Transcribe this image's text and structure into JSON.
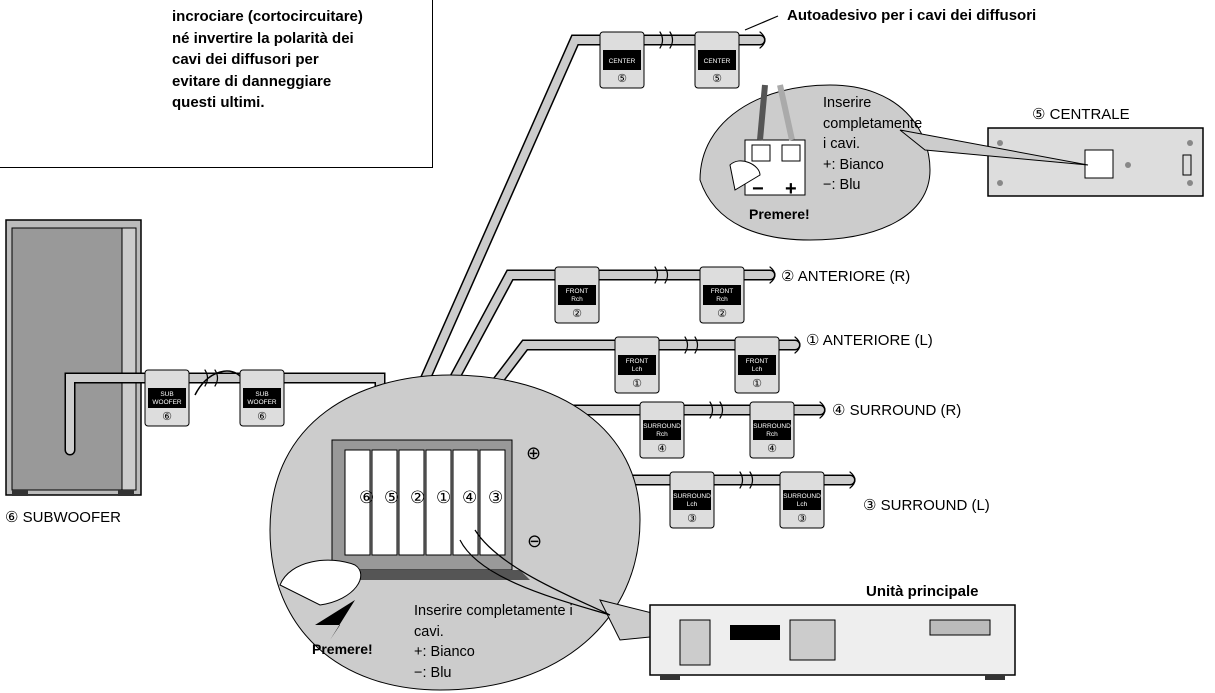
{
  "warning": {
    "lines": [
      "incrociare (cortocircuitare)",
      "né invertire la polarità dei",
      "cavi dei diffusori per",
      "evitare di danneggiare",
      "questi ultimi."
    ]
  },
  "sticker_label": "Autoadesivo per i cavi dei diffusori",
  "center_bubble": {
    "lines": [
      "Inserire",
      "completamente",
      "i cavi.",
      "+: Bianco",
      "−: Blu"
    ],
    "press": "Premere!",
    "minus": "−",
    "plus": "+"
  },
  "speakers": {
    "center": "⑤ CENTRALE",
    "front_r": "② ANTERIORE (R)",
    "front_l": "① ANTERIORE (L)",
    "surround_r": "④ SURROUND (R)",
    "surround_l": "③ SURROUND (L)",
    "subwoofer": "⑥ SUBWOOFER"
  },
  "main_unit": "Unità principale",
  "main_bubble": {
    "lines": [
      "Inserire completamente i",
      "cavi.",
      "+: Bianco",
      "−: Blu"
    ],
    "press": "Premere!",
    "plus_symbol": "⊕",
    "minus_symbol": "⊖"
  },
  "terminal_numbers": [
    "⑥",
    "⑤",
    "②",
    "①",
    "④",
    "③"
  ],
  "tags": {
    "center": {
      "text": "CENTER",
      "num": "⑤"
    },
    "front_r": {
      "line1": "FRONT",
      "line2": "Rch",
      "num": "②"
    },
    "front_l": {
      "line1": "FRONT",
      "line2": "Lch",
      "num": "①"
    },
    "surround_r": {
      "line1": "SURROUND",
      "line2": "Rch",
      "num": "④"
    },
    "surround_l": {
      "line1": "SURROUND",
      "line2": "Lch",
      "num": "③"
    },
    "subwoofer": {
      "line1": "SUB",
      "line2": "WOOFER",
      "num": "⑥"
    }
  }
}
